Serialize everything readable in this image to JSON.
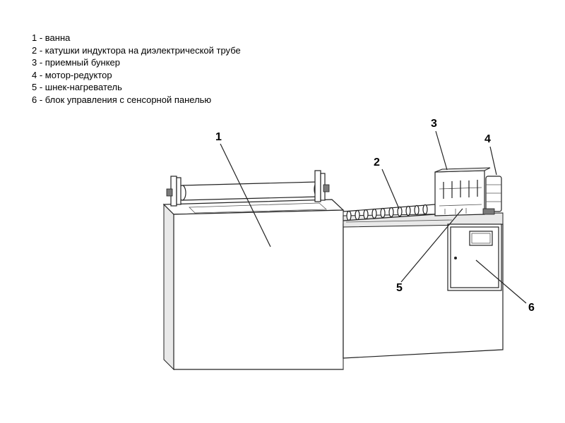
{
  "legend": {
    "items": [
      "1 - ванна",
      "2 - катушки индуктора на диэлектрической трубе",
      "3 - приемный бункер",
      "4 - мотор-редуктор",
      "5 - шнек-нагреватель",
      "6 - блок управления с сенсорной панелью"
    ]
  },
  "callouts": {
    "c1": "1",
    "c2": "2",
    "c3": "3",
    "c4": "4",
    "c5": "5",
    "c6": "6"
  }
}
